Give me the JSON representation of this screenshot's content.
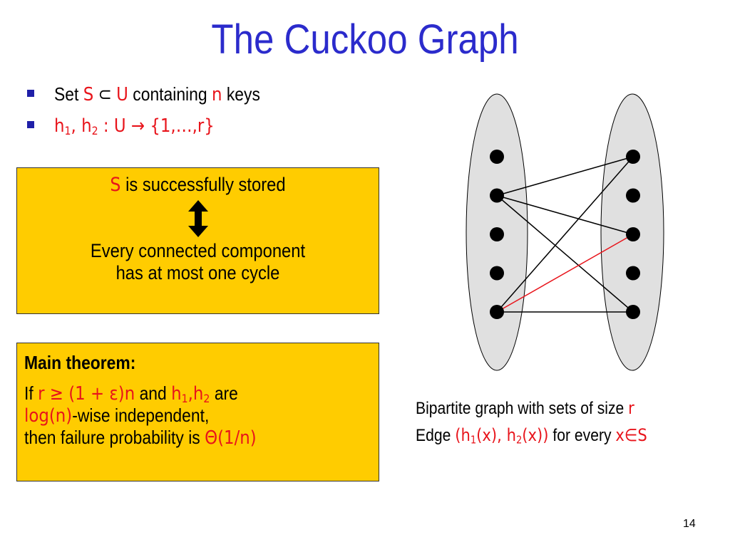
{
  "title": "The Cuckoo Graph",
  "bullets": {
    "b1": {
      "set": "Set",
      "S": "S",
      "subset": "⊂",
      "U": "U",
      "containing": "containing",
      "n": "n",
      "keys": "keys"
    },
    "b2": {
      "h": "h",
      "sub1": "1",
      "comma": ",",
      "sub2": "2",
      "rest": ": U → {1,…,r}"
    }
  },
  "claim_box": {
    "S": "S",
    "stored": "is successfully stored",
    "iff_icon": "double-arrow-updown",
    "line2": "Every connected component",
    "line3": "has at most one cycle"
  },
  "theorem_box": {
    "heading": "Main theorem:",
    "if": "If",
    "cond": "r ≥ (1 + ε)n",
    "and": "and",
    "h": "h",
    "sub1": "1",
    "comma": ",h",
    "sub2": "2",
    "are": "are",
    "logn": "log(n)",
    "wise": "-wise independent,",
    "then": "then failure probability is",
    "theta": "Θ(1/n)"
  },
  "caption": {
    "line1_text": "Bipartite graph with sets of size",
    "line1_r": "r",
    "line2_edge": "Edge",
    "line2_a": "(h",
    "line2_sub1": "1",
    "line2_b": "(x), h",
    "line2_sub2": "2",
    "line2_c": "(x))",
    "line2_for": "for every",
    "line2_x": "x∈S"
  },
  "page_number": "14",
  "colors": {
    "title": "#2b2bcc",
    "accent_red": "#e8141b",
    "box": "#ffcc00",
    "ellipse": "#e0e0e0"
  },
  "graph": {
    "left_nodes": 5,
    "right_nodes": 5,
    "edges": [
      {
        "from": 1,
        "to": 0,
        "color": "black"
      },
      {
        "from": 1,
        "to": 2,
        "color": "black"
      },
      {
        "from": 1,
        "to": 4,
        "color": "black"
      },
      {
        "from": 4,
        "to": 0,
        "color": "black"
      },
      {
        "from": 4,
        "to": 4,
        "color": "black"
      },
      {
        "from": 4,
        "to": 2,
        "color": "red"
      }
    ]
  }
}
